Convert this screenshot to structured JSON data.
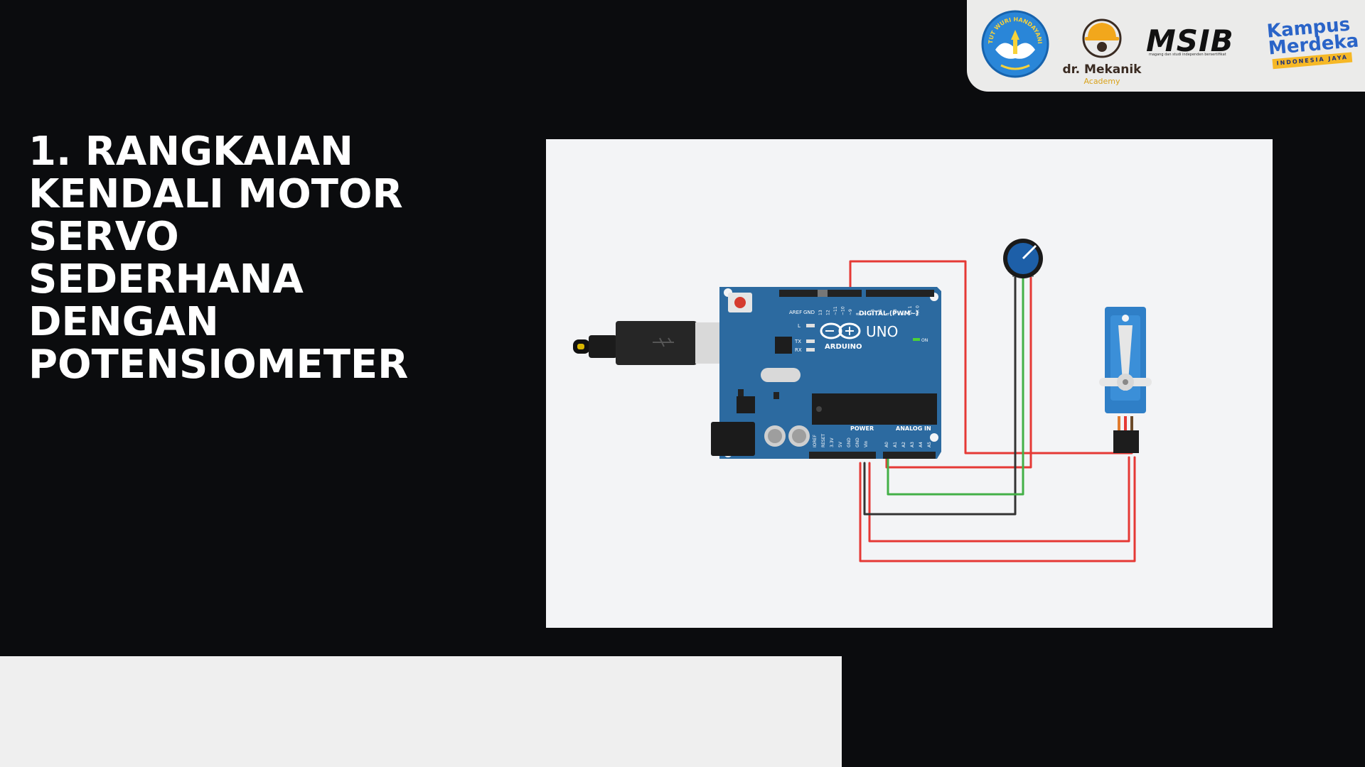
{
  "logos": {
    "kemdikbud": {
      "text": "TUT WURI HANDAYANI"
    },
    "dr_mekanik": {
      "name": "dr. Mekanik",
      "sub": "Academy"
    },
    "msib": {
      "word": "MSIB",
      "tagline": "magang dan studi independen bersertifikat"
    },
    "kampus_merdeka": {
      "line1": "Kampus",
      "line2": "Merdeka",
      "badge": "INDONESIA JAYA"
    }
  },
  "title": {
    "lines": [
      "1. RANGKAIAN",
      "KENDALI MOTOR",
      "SERVO",
      "SEDERHANA",
      "DENGAN",
      "POTENSIOMETER"
    ]
  },
  "diagram": {
    "board": {
      "brand": "ARDUINO",
      "model": "UNO",
      "digital_label": "DIGITAL (PWM~)",
      "power_label": "POWER",
      "analog_label": "ANALOG IN",
      "aref": "AREF",
      "gnd": "GND",
      "l": "L",
      "tx": "TX",
      "rx": "RX",
      "on": "ON",
      "pins_digital": [
        "13",
        "12",
        "~11",
        "~10",
        "~9",
        "8",
        "7",
        "~6",
        "~5",
        "4",
        "~3",
        "2",
        "TX 1",
        "RX 0"
      ],
      "pins_power": [
        "IOREF",
        "RESET",
        "3.3V",
        "5V",
        "GND",
        "GND",
        "Vin"
      ],
      "pins_analog": [
        "A0",
        "A1",
        "A2",
        "A3",
        "A4",
        "A5"
      ]
    },
    "colors": {
      "board": "#2c6aa0",
      "wire_red": "#e53935",
      "wire_green": "#43b047",
      "wire_black": "#333333",
      "pot": "#1d5fa8",
      "servo": "#2f7fc7"
    }
  }
}
